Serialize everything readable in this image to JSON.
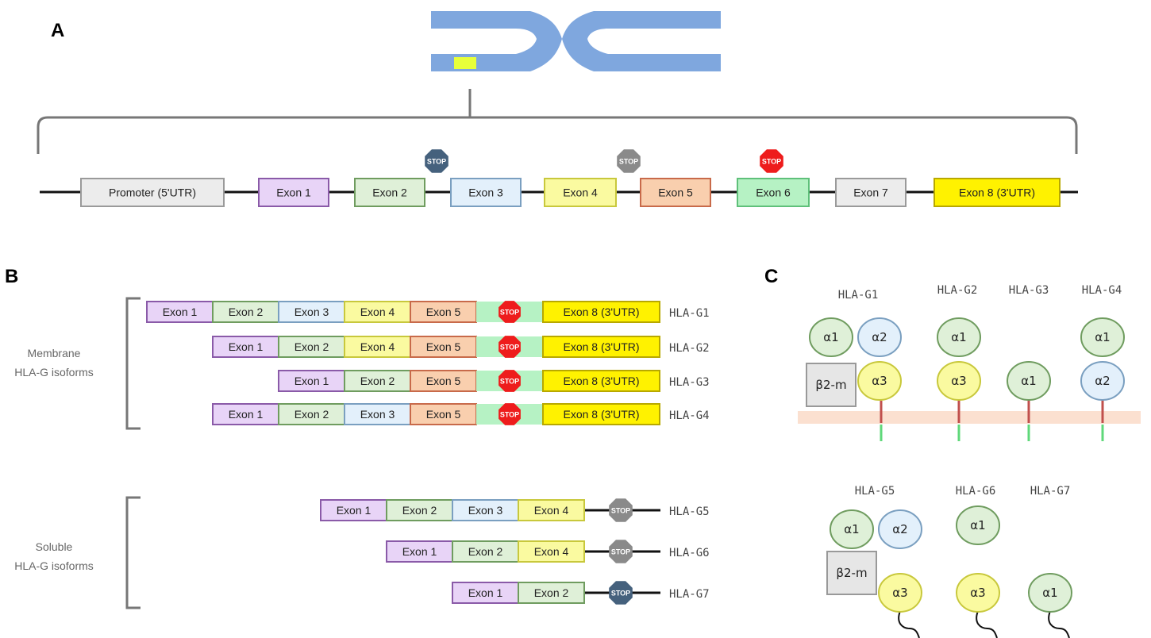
{
  "panels": {
    "a": "A",
    "b": "B",
    "c": "C"
  },
  "colors": {
    "chromosome": "#7fa7de",
    "chromosome_band": "#e8ff3a",
    "promoter": "#ececec",
    "exon1": "#e8d4f7",
    "exon2": "#dff0d8",
    "exon3": "#e3f0fb",
    "exon4": "#fafaa0",
    "exon5": "#f9cfae",
    "exon6": "#b6f2c4",
    "exon7": "#ececec",
    "exon8": "#fff200",
    "stop_blue": "#45617d",
    "stop_gray": "#8a8a8a",
    "stop_red": "#ee1c1c",
    "membrane": "#fbe0d0"
  },
  "panel_a": {
    "gene": [
      {
        "label": "Promoter (5'UTR)",
        "kind": "promoter"
      },
      {
        "label": "Exon 1",
        "kind": "exon1"
      },
      {
        "label": "Exon 2",
        "kind": "exon2"
      },
      {
        "label": "Exon 3",
        "kind": "exon3"
      },
      {
        "label": "Exon 4",
        "kind": "exon4"
      },
      {
        "label": "Exon 5",
        "kind": "exon5"
      },
      {
        "label": "Exon 6",
        "kind": "exon6"
      },
      {
        "label": "Exon 7",
        "kind": "exon7"
      },
      {
        "label": "Exon 8 (3'UTR)",
        "kind": "exon8"
      }
    ],
    "stops": [
      {
        "text": "STOP",
        "color": "stop_blue"
      },
      {
        "text": "STOP",
        "color": "stop_gray"
      },
      {
        "text": "STOP",
        "color": "stop_red"
      }
    ]
  },
  "panel_b": {
    "membrane_group": "Membrane HLA-G isoforms",
    "membrane_group_lines": [
      "Membrane",
      "HLA-G isoforms"
    ],
    "soluble_group_lines": [
      "Soluble",
      "HLA-G isoforms"
    ],
    "membrane_isoforms": [
      {
        "name": "HLA-G1",
        "exons": [
          "Exon 1",
          "Exon 2",
          "Exon 3",
          "Exon 4",
          "Exon 5"
        ],
        "kinds": [
          "exon1",
          "exon2",
          "exon3",
          "exon4",
          "exon5"
        ],
        "stop": "STOP",
        "tail": "Exon 8 (3'UTR)"
      },
      {
        "name": "HLA-G2",
        "exons": [
          "Exon 1",
          "Exon 2",
          "Exon 4",
          "Exon 5"
        ],
        "kinds": [
          "exon1",
          "exon2",
          "exon4",
          "exon5"
        ],
        "stop": "STOP",
        "tail": "Exon 8 (3'UTR)"
      },
      {
        "name": "HLA-G3",
        "exons": [
          "Exon 1",
          "Exon 2",
          "Exon 5"
        ],
        "kinds": [
          "exon1",
          "exon2",
          "exon5"
        ],
        "stop": "STOP",
        "tail": "Exon 8 (3'UTR)"
      },
      {
        "name": "HLA-G4",
        "exons": [
          "Exon 1",
          "Exon 2",
          "Exon 3",
          "Exon 5"
        ],
        "kinds": [
          "exon1",
          "exon2",
          "exon3",
          "exon5"
        ],
        "stop": "STOP",
        "tail": "Exon 8 (3'UTR)"
      }
    ],
    "soluble_isoforms": [
      {
        "name": "HLA-G5",
        "exons": [
          "Exon 1",
          "Exon 2",
          "Exon 3",
          "Exon 4"
        ],
        "kinds": [
          "exon1",
          "exon2",
          "exon3",
          "exon4"
        ],
        "stop": "STOP",
        "stop_color": "stop_gray"
      },
      {
        "name": "HLA-G6",
        "exons": [
          "Exon 1",
          "Exon 2",
          "Exon 4"
        ],
        "kinds": [
          "exon1",
          "exon2",
          "exon4"
        ],
        "stop": "STOP",
        "stop_color": "stop_gray"
      },
      {
        "name": "HLA-G7",
        "exons": [
          "Exon 1",
          "Exon 2"
        ],
        "kinds": [
          "exon1",
          "exon2"
        ],
        "stop": "STOP",
        "stop_color": "stop_blue"
      }
    ]
  },
  "panel_c": {
    "membrane": [
      {
        "name": "HLA-G1",
        "domains": [
          "α1",
          "α2",
          "β2-m",
          "α3"
        ]
      },
      {
        "name": "HLA-G2",
        "domains": [
          "α1",
          "α3"
        ]
      },
      {
        "name": "HLA-G3",
        "domains": [
          "α1"
        ]
      },
      {
        "name": "HLA-G4",
        "domains": [
          "α1",
          "α2"
        ]
      }
    ],
    "soluble": [
      {
        "name": "HLA-G5",
        "domains": [
          "α1",
          "α2",
          "β2-m",
          "α3"
        ]
      },
      {
        "name": "HLA-G6",
        "domains": [
          "α1",
          "α3"
        ]
      },
      {
        "name": "HLA-G7",
        "domains": [
          "α1"
        ]
      }
    ]
  }
}
